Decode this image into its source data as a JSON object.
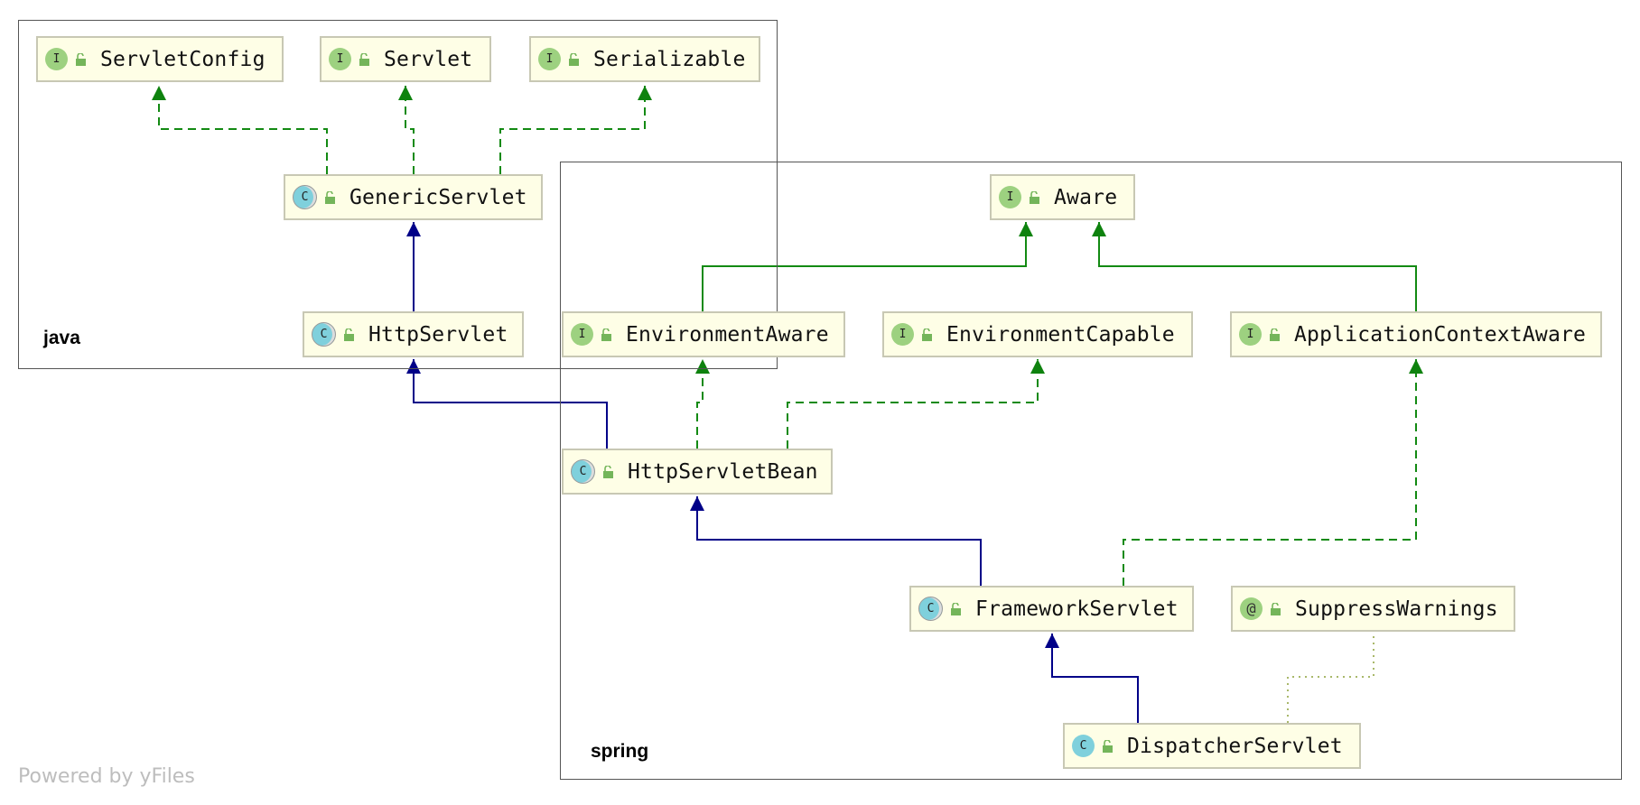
{
  "groups": {
    "java": "java",
    "spring": "spring"
  },
  "nodes": {
    "servletconfig": {
      "label": "ServletConfig",
      "kind": "I"
    },
    "servlet": {
      "label": "Servlet",
      "kind": "I"
    },
    "serializable": {
      "label": "Serializable",
      "kind": "I"
    },
    "genericservlet": {
      "label": "GenericServlet",
      "kind": "C"
    },
    "httpservlet": {
      "label": "HttpServlet",
      "kind": "C"
    },
    "aware": {
      "label": "Aware",
      "kind": "I"
    },
    "environmentaware": {
      "label": "EnvironmentAware",
      "kind": "I"
    },
    "environmentcapable": {
      "label": "EnvironmentCapable",
      "kind": "I"
    },
    "applicationcontextaware": {
      "label": "ApplicationContextAware",
      "kind": "I"
    },
    "httpservletbean": {
      "label": "HttpServletBean",
      "kind": "C"
    },
    "frameworkservlet": {
      "label": "FrameworkServlet",
      "kind": "C"
    },
    "suppresswarnings": {
      "label": "SuppressWarnings",
      "kind": "@"
    },
    "dispatcherservlet": {
      "label": "DispatcherServlet",
      "kind": "C"
    }
  },
  "edges": [
    {
      "from": "genericservlet",
      "to": "servletconfig",
      "type": "implements"
    },
    {
      "from": "genericservlet",
      "to": "servlet",
      "type": "implements"
    },
    {
      "from": "genericservlet",
      "to": "serializable",
      "type": "implements"
    },
    {
      "from": "httpservlet",
      "to": "genericservlet",
      "type": "extends"
    },
    {
      "from": "environmentaware",
      "to": "aware",
      "type": "interface-extends"
    },
    {
      "from": "applicationcontextaware",
      "to": "aware",
      "type": "interface-extends"
    },
    {
      "from": "httpservletbean",
      "to": "httpservlet",
      "type": "extends"
    },
    {
      "from": "httpservletbean",
      "to": "environmentaware",
      "type": "implements"
    },
    {
      "from": "httpservletbean",
      "to": "environmentcapable",
      "type": "implements"
    },
    {
      "from": "frameworkservlet",
      "to": "httpservletbean",
      "type": "extends"
    },
    {
      "from": "frameworkservlet",
      "to": "applicationcontextaware",
      "type": "implements"
    },
    {
      "from": "dispatcherservlet",
      "to": "frameworkservlet",
      "type": "extends"
    },
    {
      "from": "dispatcherservlet",
      "to": "suppresswarnings",
      "type": "annotated"
    }
  ],
  "colors": {
    "extends": "#000088",
    "implements": "#138a13",
    "annotated": "#a9b86a"
  },
  "footer": "Powered by yFiles"
}
